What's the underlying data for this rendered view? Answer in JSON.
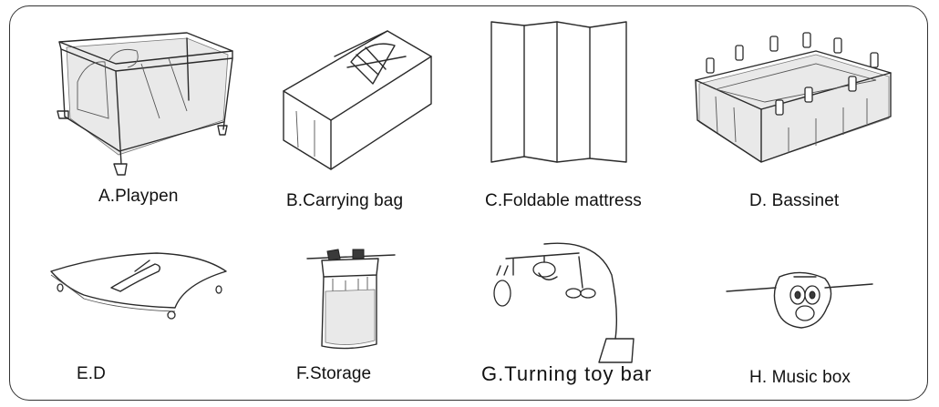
{
  "items": [
    {
      "id": "A",
      "caption": "A.Playpen",
      "icon": "playpen-icon"
    },
    {
      "id": "B",
      "caption": "B.Carrying bag",
      "icon": "carrying-bag-icon"
    },
    {
      "id": "C",
      "caption": "C.Foldable mattress",
      "icon": "foldable-mattress-icon"
    },
    {
      "id": "D",
      "caption": "D. Bassinet",
      "icon": "bassinet-icon"
    },
    {
      "id": "E",
      "caption": "E.D",
      "icon": "changing-board-icon"
    },
    {
      "id": "F",
      "caption": "F.Storage",
      "icon": "storage-organizer-icon"
    },
    {
      "id": "G",
      "caption": "G.Turning toy bar",
      "icon": "toy-bar-icon"
    },
    {
      "id": "H",
      "caption": "H. Music box",
      "icon": "music-box-icon"
    }
  ]
}
